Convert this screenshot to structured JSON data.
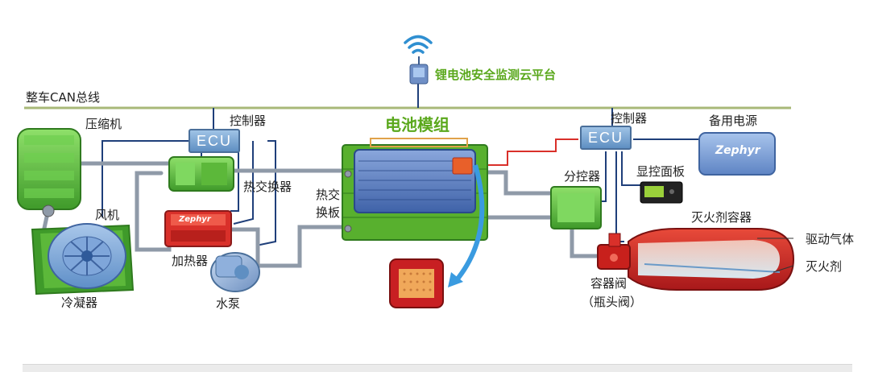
{
  "labels": {
    "cloud_platform": "锂电池安全监测云平台",
    "can_bus": "整车CAN总线",
    "compressor": "压缩机",
    "controller_left": "控制器",
    "battery_module": "电池模组",
    "controller_right": "控制器",
    "backup_power": "备用电源",
    "heat_exchanger": "热交换器",
    "heat_exchange_plate_line1": "热交",
    "heat_exchange_plate_line2": "换板",
    "fan": "风机",
    "sub_controller": "分控器",
    "display_panel": "显控面板",
    "extinguisher_container": "灭火剂容器",
    "drive_gas": "驱动气体",
    "extinguishing_agent": "灭火剂",
    "heater": "加热器",
    "container_valve": "容器阀",
    "bottle_valve": "（瓶头阀）",
    "condenser": "冷凝器",
    "water_pump": "水泵",
    "ecu_left": "ECU",
    "ecu_right": "ECU",
    "brand": "Zephyr",
    "brand_heater": "Zephyr"
  },
  "colors": {
    "bus_line": "#a8b878",
    "signal_line": "#1f3f7a",
    "pipe": "#8f9aa8",
    "red_line": "#d9302a",
    "accent_green": "#5aa81c",
    "battery_blue": "#5a7fc0"
  },
  "icons": [
    "wifi-icon",
    "router-icon",
    "arrow-icon"
  ]
}
